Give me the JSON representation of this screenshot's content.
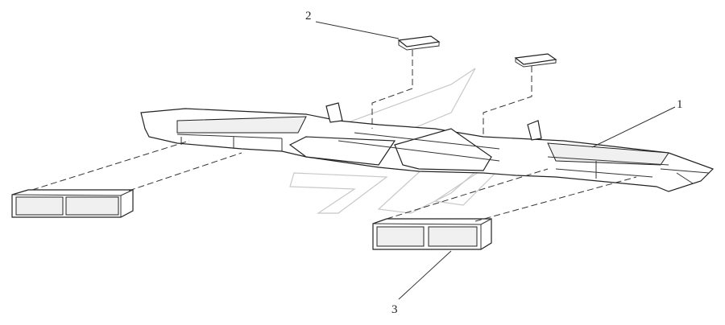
{
  "callouts": [
    {
      "number": "1",
      "part": "main-air-duct"
    },
    {
      "number": "2",
      "part": "cover-plate"
    },
    {
      "number": "3",
      "part": "outlet-duct"
    }
  ],
  "watermark": {
    "kind": "logo"
  }
}
